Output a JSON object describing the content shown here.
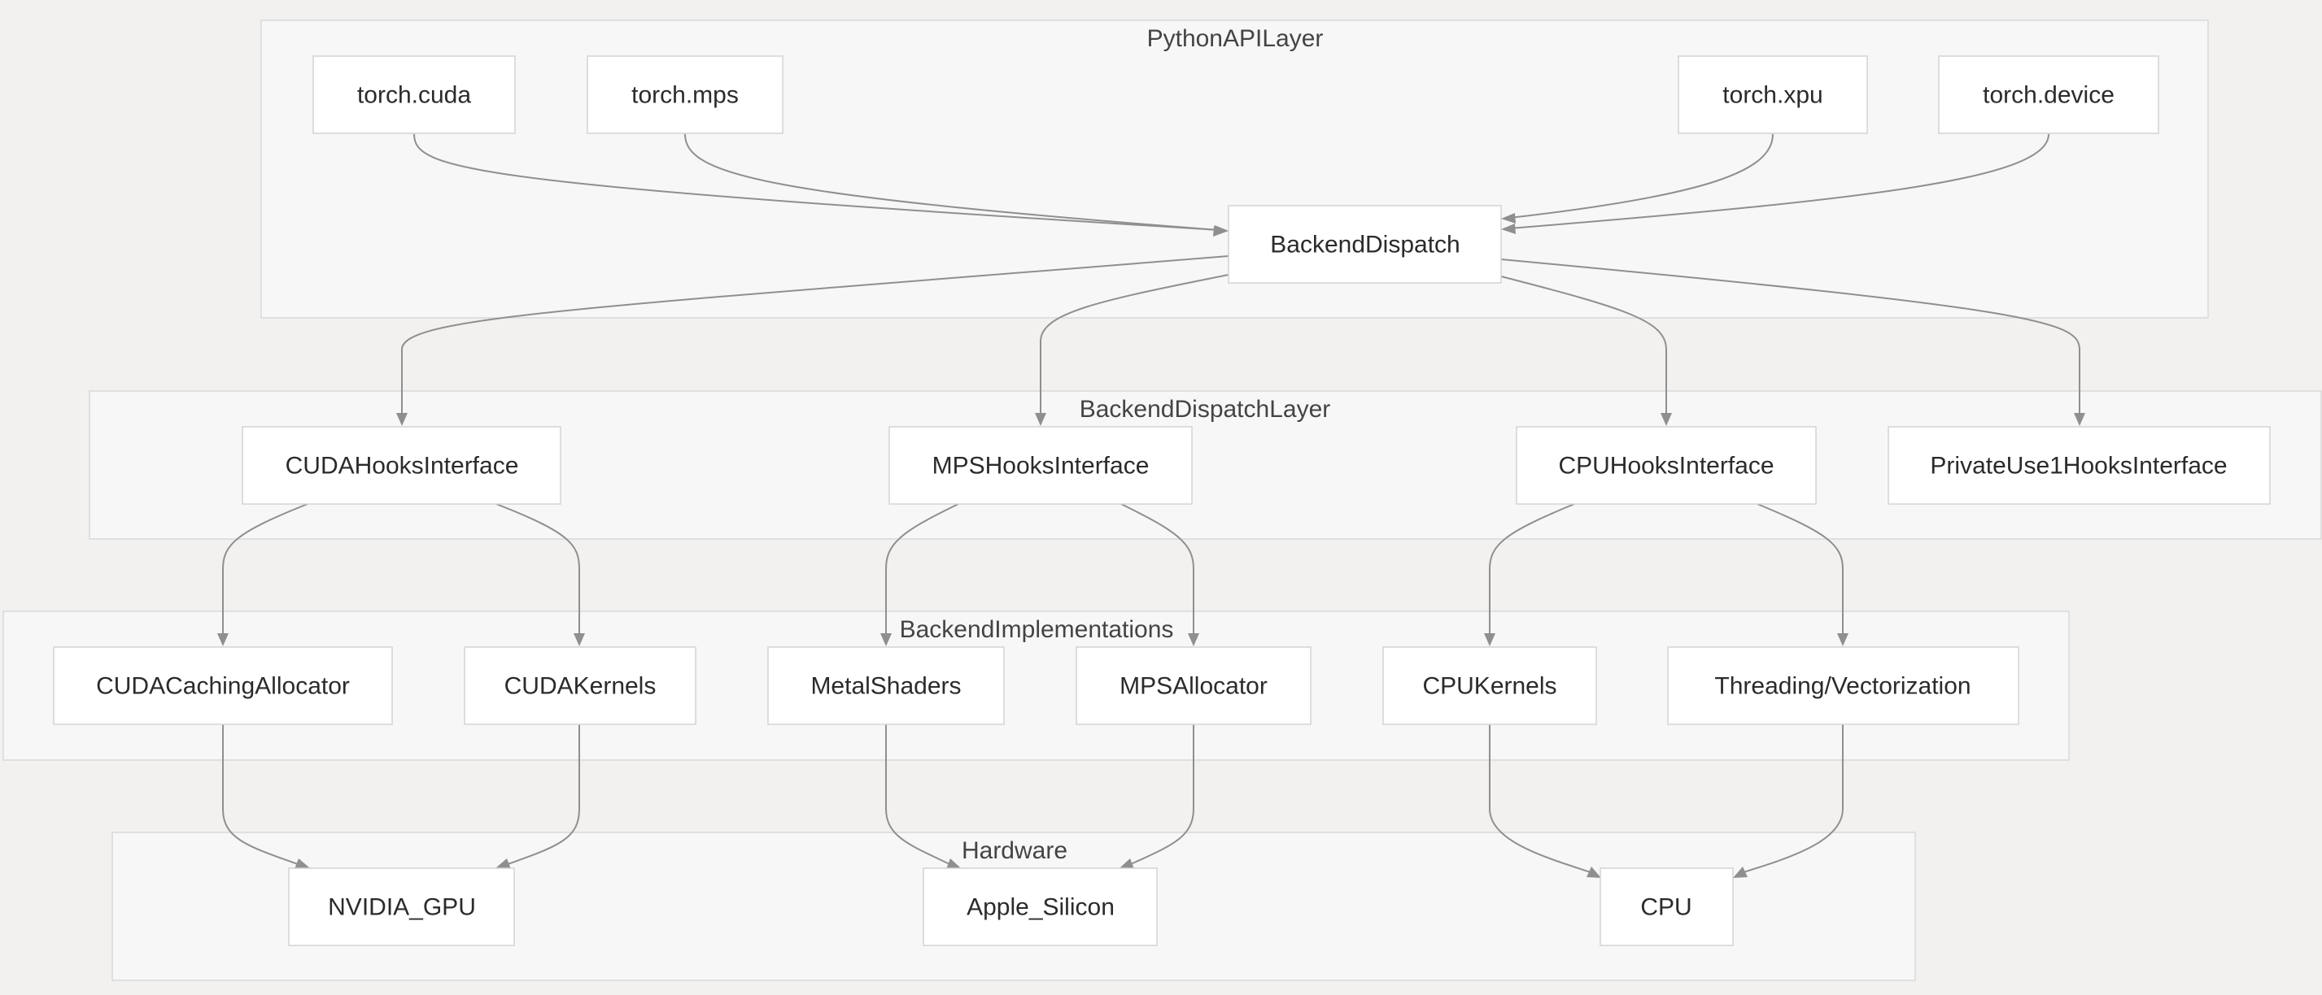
{
  "diagram": {
    "clusters": {
      "python_api_layer": "PythonAPILayer",
      "backend_dispatch_layer": "BackendDispatchLayer",
      "backend_implementations": "BackendImplementations",
      "hardware": "Hardware"
    },
    "nodes": {
      "torch_cuda": "torch.cuda",
      "torch_mps": "torch.mps",
      "torch_xpu": "torch.xpu",
      "torch_device": "torch.device",
      "backend_dispatch": "BackendDispatch",
      "cuda_hooks": "CUDAHooksInterface",
      "mps_hooks": "MPSHooksInterface",
      "cpu_hooks": "CPUHooksInterface",
      "privateuse1_hooks": "PrivateUse1HooksInterface",
      "cuda_caching_allocator": "CUDACachingAllocator",
      "cuda_kernels": "CUDAKernels",
      "metal_shaders": "MetalShaders",
      "mps_allocator": "MPSAllocator",
      "cpu_kernels": "CPUKernels",
      "threading_vectorization": "Threading/Vectorization",
      "nvidia_gpu": "NVIDIA_GPU",
      "apple_silicon": "Apple_Silicon",
      "cpu": "CPU"
    },
    "edges": [
      {
        "from": "torch_cuda",
        "to": "backend_dispatch"
      },
      {
        "from": "torch_mps",
        "to": "backend_dispatch"
      },
      {
        "from": "torch_xpu",
        "to": "backend_dispatch"
      },
      {
        "from": "torch_device",
        "to": "backend_dispatch"
      },
      {
        "from": "backend_dispatch",
        "to": "cuda_hooks"
      },
      {
        "from": "backend_dispatch",
        "to": "mps_hooks"
      },
      {
        "from": "backend_dispatch",
        "to": "cpu_hooks"
      },
      {
        "from": "backend_dispatch",
        "to": "privateuse1_hooks"
      },
      {
        "from": "cuda_hooks",
        "to": "cuda_caching_allocator"
      },
      {
        "from": "cuda_hooks",
        "to": "cuda_kernels"
      },
      {
        "from": "mps_hooks",
        "to": "metal_shaders"
      },
      {
        "from": "mps_hooks",
        "to": "mps_allocator"
      },
      {
        "from": "cpu_hooks",
        "to": "cpu_kernels"
      },
      {
        "from": "cpu_hooks",
        "to": "threading_vectorization"
      },
      {
        "from": "cuda_caching_allocator",
        "to": "nvidia_gpu"
      },
      {
        "from": "cuda_kernels",
        "to": "nvidia_gpu"
      },
      {
        "from": "metal_shaders",
        "to": "apple_silicon"
      },
      {
        "from": "mps_allocator",
        "to": "apple_silicon"
      },
      {
        "from": "cpu_kernels",
        "to": "cpu"
      },
      {
        "from": "threading_vectorization",
        "to": "cpu"
      }
    ]
  }
}
